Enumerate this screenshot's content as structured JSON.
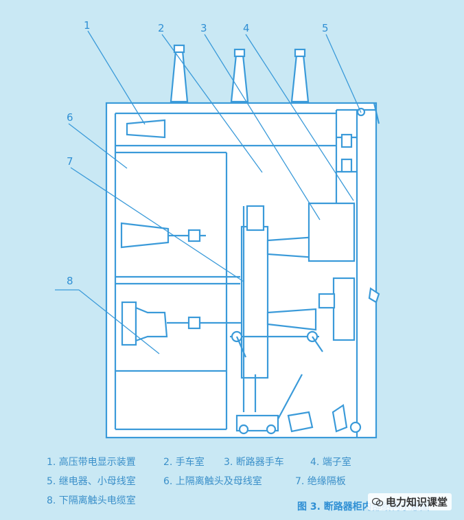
{
  "colors": {
    "background": "#c9e8f4",
    "line": "#3a9ad9",
    "fill": "#ffffff",
    "text": "#2f8fd4"
  },
  "diagram": {
    "callout_numbers": [
      "1",
      "2",
      "3",
      "4",
      "5",
      "6",
      "7",
      "8"
    ]
  },
  "legend": {
    "row1": [
      "1. 高压带电显示装置",
      "2. 手车室",
      "3. 断路器手车",
      "4. 端子室"
    ],
    "row2": [
      "5. 继电器、小母线室",
      "6. 上隔离触头及母线室",
      "7. 绝缘隔板"
    ],
    "row3": [
      "8. 下隔离触头电缆室"
    ]
  },
  "caption": "图 3. 断路器柜内部结构示意图",
  "watermark": {
    "text": "电力知识课堂",
    "icon": "wechat-icon"
  }
}
